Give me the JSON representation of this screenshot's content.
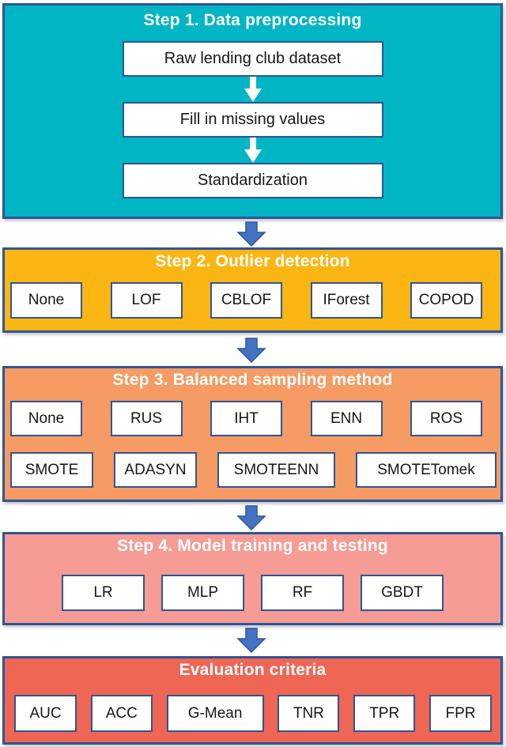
{
  "figure": {
    "type": "flowchart",
    "description": "Machine learning pipeline flowchart for lending club credit scoring"
  },
  "colors": {
    "step1_bg": "#00B5C4",
    "step2_bg": "#FCB614",
    "step3_bg": "#F59B63",
    "step4_bg": "#F69C94",
    "step5_bg": "#EF6655",
    "panel_border": "#2F5597",
    "node_bg": "#FFFFFF",
    "node_border": "#2F5597",
    "title_text": "#FFFFFF",
    "node_text": "#161616",
    "connector_arrow_fill": "#4472C4",
    "connector_arrow_stroke": "#2F5597",
    "inner_arrow_fill": "#FFFFFF"
  },
  "icons": {
    "section_connector": "blue-down-arrow",
    "step1_connector": "white-down-arrow"
  },
  "sections": [
    {
      "title": "Step 1. Data preprocessing",
      "items": [
        "Raw lending club dataset",
        "Fill in missing values",
        "Standardization"
      ]
    },
    {
      "title": "Step 2. Outlier detection",
      "items": [
        "None",
        "LOF",
        "CBLOF",
        "IForest",
        "COPOD"
      ]
    },
    {
      "title": "Step 3. Balanced sampling method",
      "rows": [
        [
          "None",
          "RUS",
          "IHT",
          "ENN",
          "ROS"
        ],
        [
          "SMOTE",
          "ADASYN",
          "SMOTEENN",
          "SMOTETomek"
        ]
      ]
    },
    {
      "title": "Step 4. Model training and testing",
      "items": [
        "LR",
        "MLP",
        "RF",
        "GBDT"
      ]
    },
    {
      "title": "Evaluation criteria",
      "items": [
        "AUC",
        "ACC",
        "G-Mean",
        "TNR",
        "TPR",
        "FPR"
      ]
    }
  ]
}
